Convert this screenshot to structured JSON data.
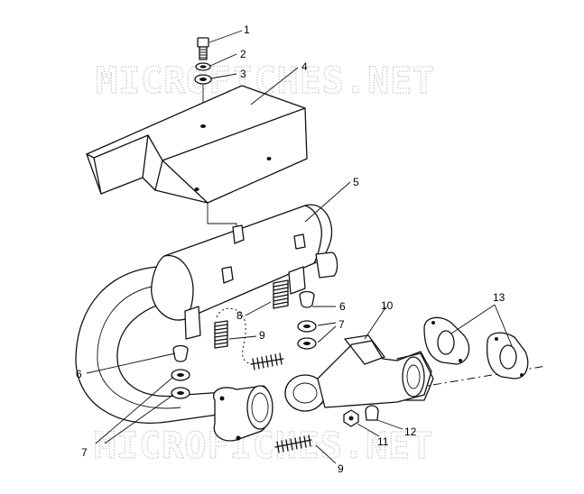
{
  "watermark": {
    "top": "MICROFICHES.NET",
    "bottom": "MICROFICHES.NET"
  },
  "callouts": [
    {
      "id": "c1",
      "label": "1"
    },
    {
      "id": "c2",
      "label": "2"
    },
    {
      "id": "c3",
      "label": "3"
    },
    {
      "id": "c4",
      "label": "4"
    },
    {
      "id": "c5",
      "label": "5"
    },
    {
      "id": "c6a",
      "label": "6"
    },
    {
      "id": "c6b",
      "label": "6"
    },
    {
      "id": "c7a",
      "label": "7"
    },
    {
      "id": "c7b",
      "label": "7"
    },
    {
      "id": "c8",
      "label": "8"
    },
    {
      "id": "c9a",
      "label": "9"
    },
    {
      "id": "c9b",
      "label": "9"
    },
    {
      "id": "c10",
      "label": "10"
    },
    {
      "id": "c11",
      "label": "11"
    },
    {
      "id": "c12",
      "label": "12"
    },
    {
      "id": "c13",
      "label": "13"
    }
  ],
  "colors": {
    "line": "#111111",
    "watermark": "#c9c9c9",
    "background": "#ffffff"
  }
}
